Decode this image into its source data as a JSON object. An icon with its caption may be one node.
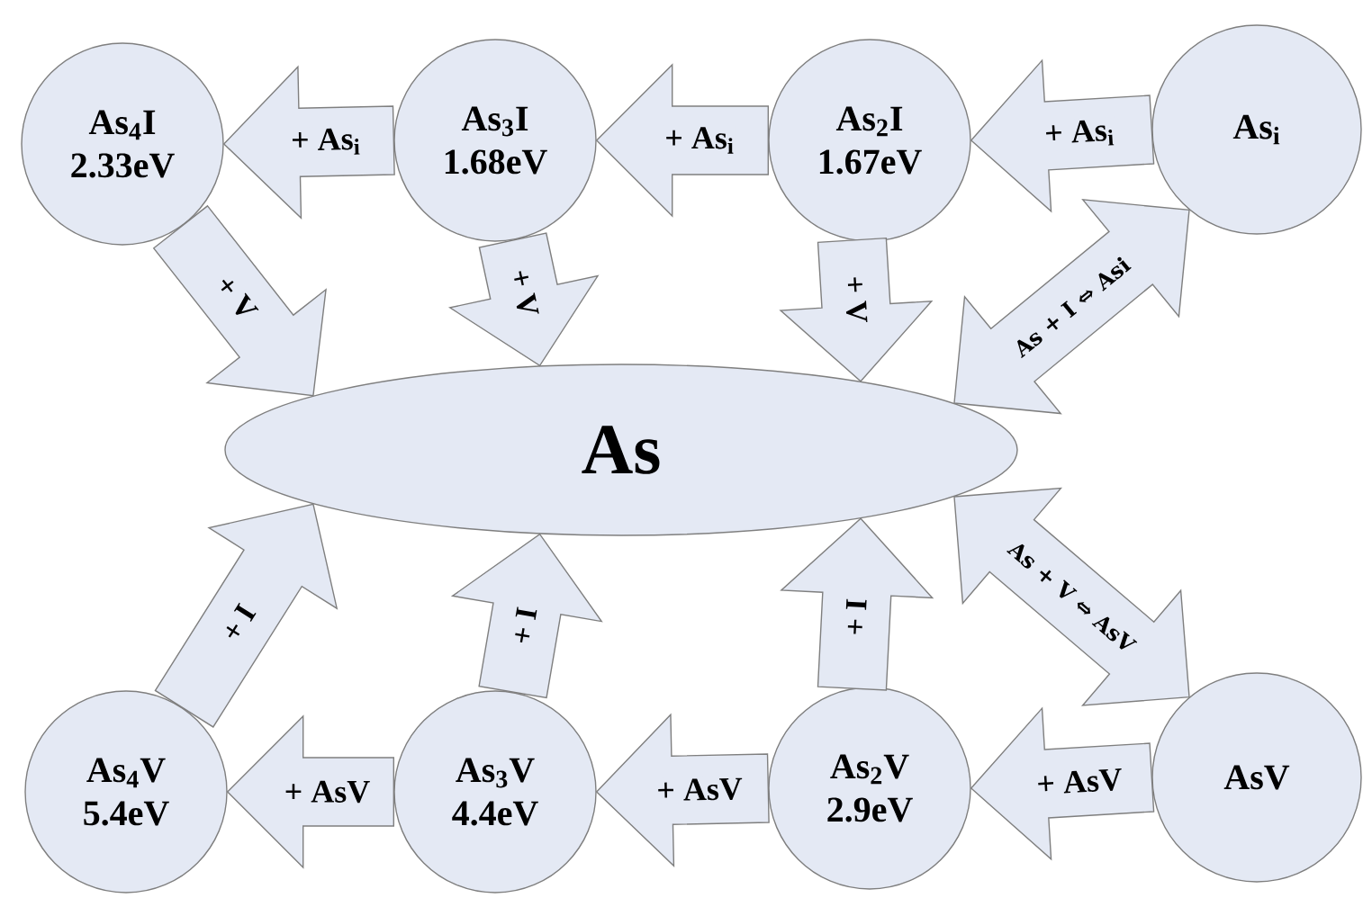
{
  "diagram": {
    "nodes": [
      {
        "text": [
          "As$_{4}$I",
          "2.33eV"
        ]
      },
      {
        "text": [
          "As$_{3}$I",
          "1.68eV"
        ]
      },
      {
        "text": [
          "As$_{2}$I",
          "1.67eV"
        ]
      },
      {
        "text": [
          "As$_{i}$"
        ]
      },
      {
        "text": [
          "As"
        ]
      },
      {
        "text": [
          "As$_{4}$V",
          "5.4eV"
        ]
      },
      {
        "text": [
          "As$_{3}$V",
          "4.4eV"
        ]
      },
      {
        "text": [
          "As$_{2}$V",
          "2.9eV"
        ]
      },
      {
        "text": [
          "AsV"
        ]
      }
    ],
    "edges": [
      {
        "from": 3,
        "to": 2,
        "arrow": "to",
        "label": "+ As$_{i}$"
      },
      {
        "from": 2,
        "to": 1,
        "arrow": "to",
        "label": "+ As$_{i}$"
      },
      {
        "from": 1,
        "to": 0,
        "arrow": "to",
        "label": "+ As$_{i}$"
      },
      {
        "from": 0,
        "to": 4,
        "arrow": "to",
        "label": "+ V"
      },
      {
        "from": 1,
        "to": 4,
        "arrow": "to",
        "label": "+ V"
      },
      {
        "from": 2,
        "to": 4,
        "arrow": "to",
        "label": "+ V"
      },
      {
        "from": 3,
        "to": 4,
        "arrow": "both",
        "label": "As + I ⇔ Asi"
      },
      {
        "from": 8,
        "to": 7,
        "arrow": "to",
        "label": "+ AsV"
      },
      {
        "from": 7,
        "to": 6,
        "arrow": "to",
        "label": "+ AsV"
      },
      {
        "from": 6,
        "to": 5,
        "arrow": "to",
        "label": "+ AsV"
      },
      {
        "from": 5,
        "to": 4,
        "arrow": "to",
        "label": "+ I"
      },
      {
        "from": 6,
        "to": 4,
        "arrow": "to",
        "label": "+ I"
      },
      {
        "from": 7,
        "to": 4,
        "arrow": "to",
        "label": "+ I"
      },
      {
        "from": 4,
        "to": 8,
        "arrow": "both",
        "label": "As + V ⇔ AsV"
      }
    ]
  }
}
